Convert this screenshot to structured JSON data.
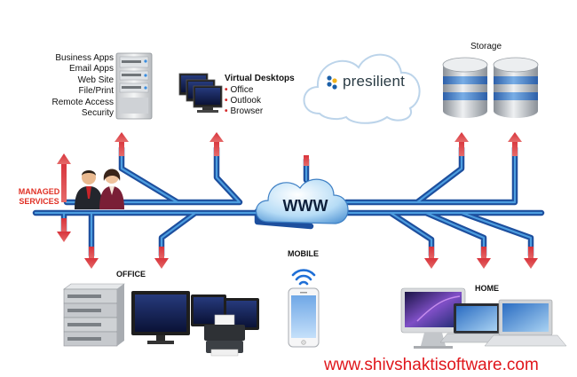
{
  "server": {
    "items": [
      "Business Apps",
      "Email Apps",
      "Web Site",
      "File/Print",
      "Remote Access",
      "Security"
    ]
  },
  "virtual_desktops": {
    "title": "Virtual Desktops",
    "items": [
      "Office",
      "Outlook",
      "Browser"
    ]
  },
  "cloud_brand": "presilient",
  "storage_label": "Storage",
  "managed_services": {
    "line1": "MANAGED",
    "line2": "SERVICES"
  },
  "office_label": "OFFICE",
  "mobile_label": "MOBILE",
  "home_label": "HOME",
  "hub_label": "WWW",
  "website": "www.shivshaktisoftware.com",
  "colors": {
    "line_outer": "#1d4f9e",
    "line_inner": "#4d9ee0",
    "arrow_red": "#d8333b",
    "website_red": "#e0161b",
    "managed_red": "#e03025"
  }
}
